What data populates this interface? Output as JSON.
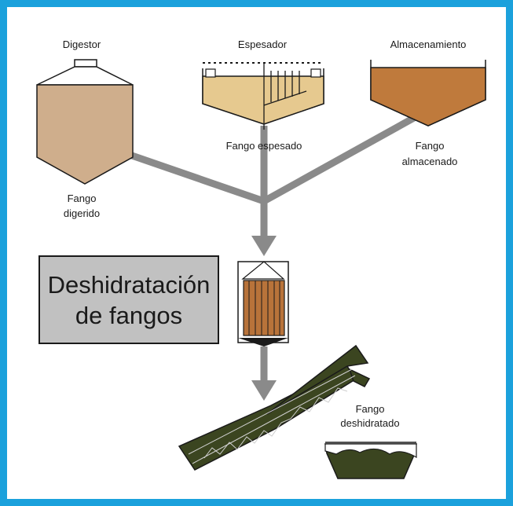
{
  "labels": {
    "digestor": "Digestor",
    "espesador": "Espesador",
    "almacenamiento": "Almacenamiento",
    "fango_espesado": "Fango espesado",
    "fango_almacenado_1": "Fango",
    "fango_almacenado_2": "almacenado",
    "fango_digerido_1": "Fango",
    "fango_digerido_2": "digerido",
    "fango_deshidratado_1": "Fango",
    "fango_deshidratado_2": "deshidratado"
  },
  "title_box": {
    "line1": "Deshidratación",
    "line2": "de fangos"
  },
  "colors": {
    "border": "#1ba1dc",
    "digested_sludge": "#cfae8c",
    "thickened_sludge": "#e6c98f",
    "stored_sludge": "#bf7a3c",
    "press_sludge": "#b8733a",
    "dewatered_sludge": "#3b4520",
    "flow_arrow": "#8a8a8a",
    "title_box_fill": "#c1c1c1"
  },
  "icons": [
    "digestor-icon",
    "thickener-icon",
    "storage-tank-icon",
    "filter-press-icon",
    "screw-conveyor-icon",
    "bin-icon"
  ]
}
